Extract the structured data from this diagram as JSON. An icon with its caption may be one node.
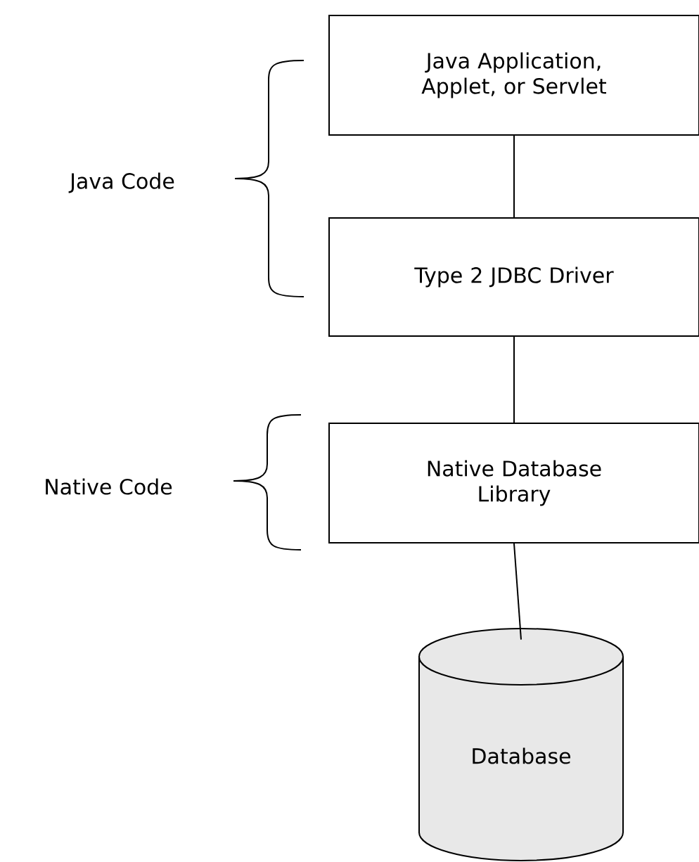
{
  "diagram": {
    "nodes": [
      {
        "text": [
          "Java Application, Applet, or Servlet"
        ]
      },
      {
        "text": [
          "Type 2 JDBC Driver"
        ]
      },
      {
        "text": [
          "Native Database Library"
        ]
      },
      {
        "text": [
          "Database"
        ]
      }
    ],
    "edges": [
      {
        "from": 0,
        "to": 1,
        "arrow": "none"
      },
      {
        "from": 1,
        "to": 2,
        "arrow": "none"
      },
      {
        "from": 2,
        "to": 3,
        "arrow": "none"
      }
    ],
    "labels": [
      "Java Code",
      "Native Code"
    ]
  }
}
